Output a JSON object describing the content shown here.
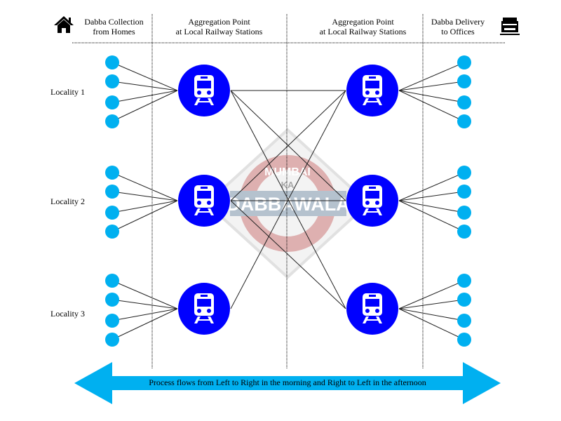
{
  "header": {
    "col1": [
      "Dabba Collection",
      "from Homes"
    ],
    "col2": [
      "Aggregation Point",
      "at Local Railway Stations"
    ],
    "col3": [
      "Aggregation Point",
      "at Local Railway Stations"
    ],
    "col4": [
      "Dabba Delivery",
      "to Offices"
    ],
    "left_icon": "home-icon",
    "right_icon": "office-building-icon"
  },
  "localities": [
    "Locality 1",
    "Locality 2",
    "Locality 3"
  ],
  "watermark": {
    "line1": "MUMBAI",
    "line2": "KA",
    "line3": "DABBAWALA"
  },
  "connections": [
    [
      0,
      0
    ],
    [
      0,
      1
    ],
    [
      0,
      2
    ],
    [
      1,
      0
    ],
    [
      1,
      1
    ],
    [
      1,
      2
    ],
    [
      2,
      0
    ]
  ],
  "arrow_text": "Process flows from Left to Right in the morning and Right to Left in the afternoon",
  "colors": {
    "station": "#0000ff",
    "dot": "#00b0f0",
    "arrow": "#00b0f0"
  }
}
